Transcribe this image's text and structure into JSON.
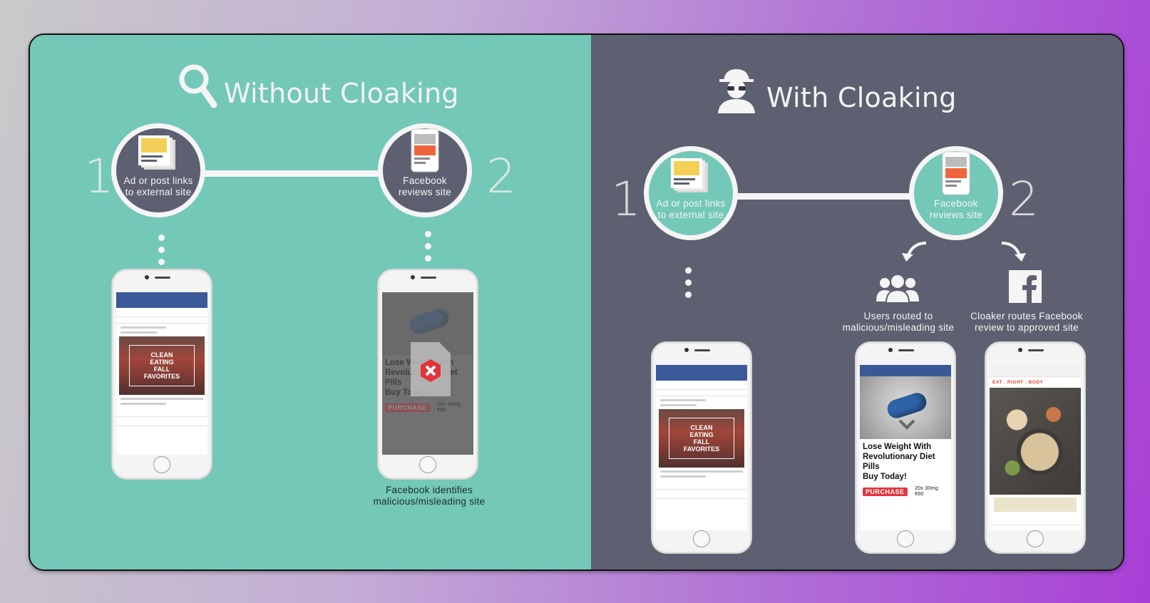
{
  "left": {
    "title": "Without Cloaking",
    "step1_num": "1",
    "step2_num": "2",
    "node1_label": "Ad or post links\nto external site",
    "node2_label": "Facebook\nreviews site",
    "caption": "Facebook identifies\nmalicious/misleading site"
  },
  "right": {
    "title": "With Cloaking",
    "step1_num": "1",
    "step2_num": "2",
    "node1_label": "Ad or post links\nto external site",
    "node2_label": "Facebook\nreviews site",
    "users_caption": "Users routed to\nmalicious/misleading site",
    "cloaker_caption": "Cloaker routes Facebook\nreview to approved site"
  },
  "phone_post": {
    "image_text": "CLEAN\nEATING\nFALL\nFAVORITES"
  },
  "phone_diet": {
    "headline": "Lose Weight With\nRevolutionary Diet\nPills\nBuy Today!",
    "button": "PURCHASE",
    "price": "20x 30mg\n€60"
  },
  "phone_food": {
    "brand": "EAT . RIGHT . BODY"
  },
  "icons": [
    "search-icon",
    "spy-icon",
    "ad-post-icon",
    "mobile-site-icon",
    "users-group-icon",
    "facebook-logo-icon",
    "blocked-document-icon",
    "arrow-curved-left-icon",
    "arrow-curved-right-icon"
  ],
  "colors": {
    "teal": "#74c8b7",
    "slate": "#5d6070",
    "white": "#f5f5f5",
    "alert_red": "#e2343d"
  }
}
